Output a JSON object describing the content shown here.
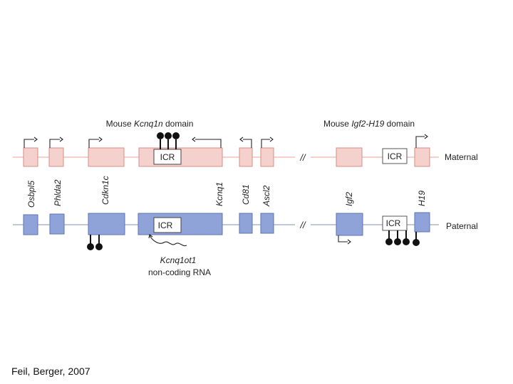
{
  "colors": {
    "maternal_fill": "#f4d1cc",
    "maternal_stroke": "#d98e85",
    "maternal_line": "#f2b5ae",
    "paternal_fill": "#8fa3d9",
    "paternal_stroke": "#5d73b5",
    "paternal_line": "#9aa8c8",
    "methyl": "#111111"
  },
  "kcnq_domain": {
    "prefix": "Mouse ",
    "gene": "Kcnq1n",
    "suffix": " domain"
  },
  "igf_domain": {
    "prefix": "Mouse ",
    "gene": "Igf2-H19",
    "suffix": " domain"
  },
  "maternal_label": "Maternal",
  "paternal_label": "Paternal",
  "icr_label": "ICR",
  "break_symbol": "//",
  "gene_names": {
    "osbpl5": "Osbpl5",
    "phlda2": "Phlda2",
    "cdkn1c": "Cdkn1c",
    "kcnq1": "Kcnq1",
    "cd81": "Cd81",
    "ascl2": "Ascl2",
    "igf2": "Igf2",
    "h19": "H19"
  },
  "ncrna": {
    "name": "Kcnq1ot1",
    "desc": "non-coding RNA"
  },
  "citation": "Feil, Berger, 2007"
}
